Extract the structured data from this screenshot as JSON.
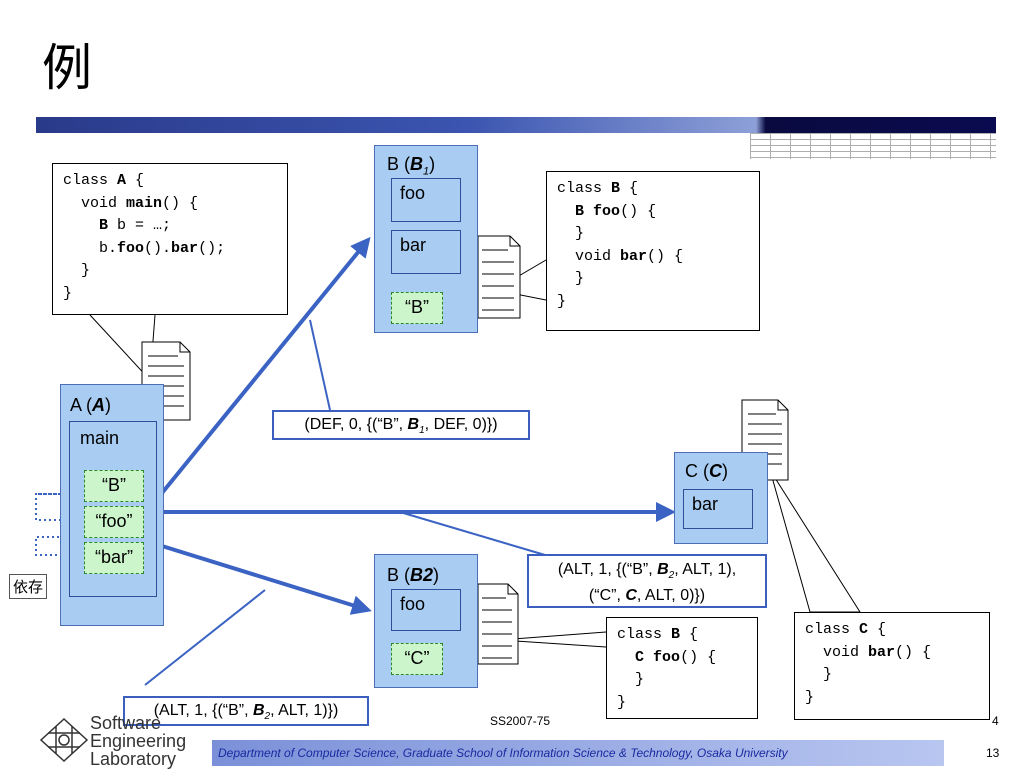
{
  "title": "例",
  "code_a": {
    "line1_kw": "class ",
    "line1_name": "A",
    "line1_end": " {",
    "line2_pre": "  void ",
    "line2_name": "main",
    "line2_end": "() {",
    "line3_type": "B",
    "line3_end": " b = …;",
    "line4_pre": "    b.",
    "line4_m1": "foo",
    "line4_mid": "().",
    "line4_m2": "bar",
    "line4_end": "();",
    "line5": "  }",
    "line6": "}"
  },
  "code_b1": {
    "line1_kw": "class ",
    "line1_name": "B",
    "line1_end": " {",
    "line2_type": "B",
    "line2_name": "foo",
    "line2_end": "() {",
    "line3": "  }",
    "line4_pre": "  void ",
    "line4_name": "bar",
    "line4_end": "() {",
    "line5": "  }",
    "line6": "}"
  },
  "code_b2": {
    "line1_kw": "class ",
    "line1_name": "B",
    "line1_end": " {",
    "line2_type": "C",
    "line2_name": "foo",
    "line2_end": "() {",
    "line3": "  }",
    "line4": "}"
  },
  "code_c": {
    "line1_kw": "class ",
    "line1_name": "C",
    "line1_end": " {",
    "line2_pre": "  void ",
    "line2_name": "bar",
    "line2_end": "() {",
    "line3": "  }",
    "line4": "}"
  },
  "module_a": {
    "title_pre": "A (",
    "title_it": "A",
    "title_post": ")",
    "method": "main",
    "items": [
      "“B”",
      "“foo”",
      "“bar”"
    ]
  },
  "module_b1": {
    "title_pre": "B (",
    "title_it": "B",
    "title_sub": "1",
    "title_post": ")",
    "methods": [
      "foo",
      "bar"
    ],
    "string": "“B”"
  },
  "module_b2": {
    "title_pre": "B (",
    "title_it": "B2",
    "title_post": ")",
    "method": "foo",
    "string": "“C”"
  },
  "module_c": {
    "title_pre": "C (",
    "title_it": "C",
    "title_post": ")",
    "method": "bar"
  },
  "label_def": {
    "pre": "(DEF, 0, {(“B”, ",
    "it": "B",
    "sub": "1",
    "post": ", DEF, 0)})"
  },
  "label_alt2": {
    "l1_pre": "(ALT, 1, {(“B”, ",
    "l1_it": "B",
    "l1_sub": "2",
    "l1_post": ", ALT, 1),",
    "l2_pre": "(“C”, ",
    "l2_it": "C",
    "l2_post": ", ALT, 0)})"
  },
  "label_alt1": {
    "pre": "(ALT, 1, {(“B”, ",
    "it": "B",
    "sub": "2",
    "post": ", ALT, 1)})"
  },
  "dependency_label": "依存",
  "footer": {
    "conference": "SS2007-75",
    "department": "Department of Computer Science, Graduate School of Information Science & Technology, Osaka University",
    "slide_number": "13",
    "hidden_number": "4",
    "logo_lines": [
      "Software",
      "Engineering",
      "Laboratory"
    ]
  },
  "colors": {
    "module_fill": "#a9cdf2",
    "arrow": "#3b63c4",
    "string_fill": "#ccf5cc"
  }
}
